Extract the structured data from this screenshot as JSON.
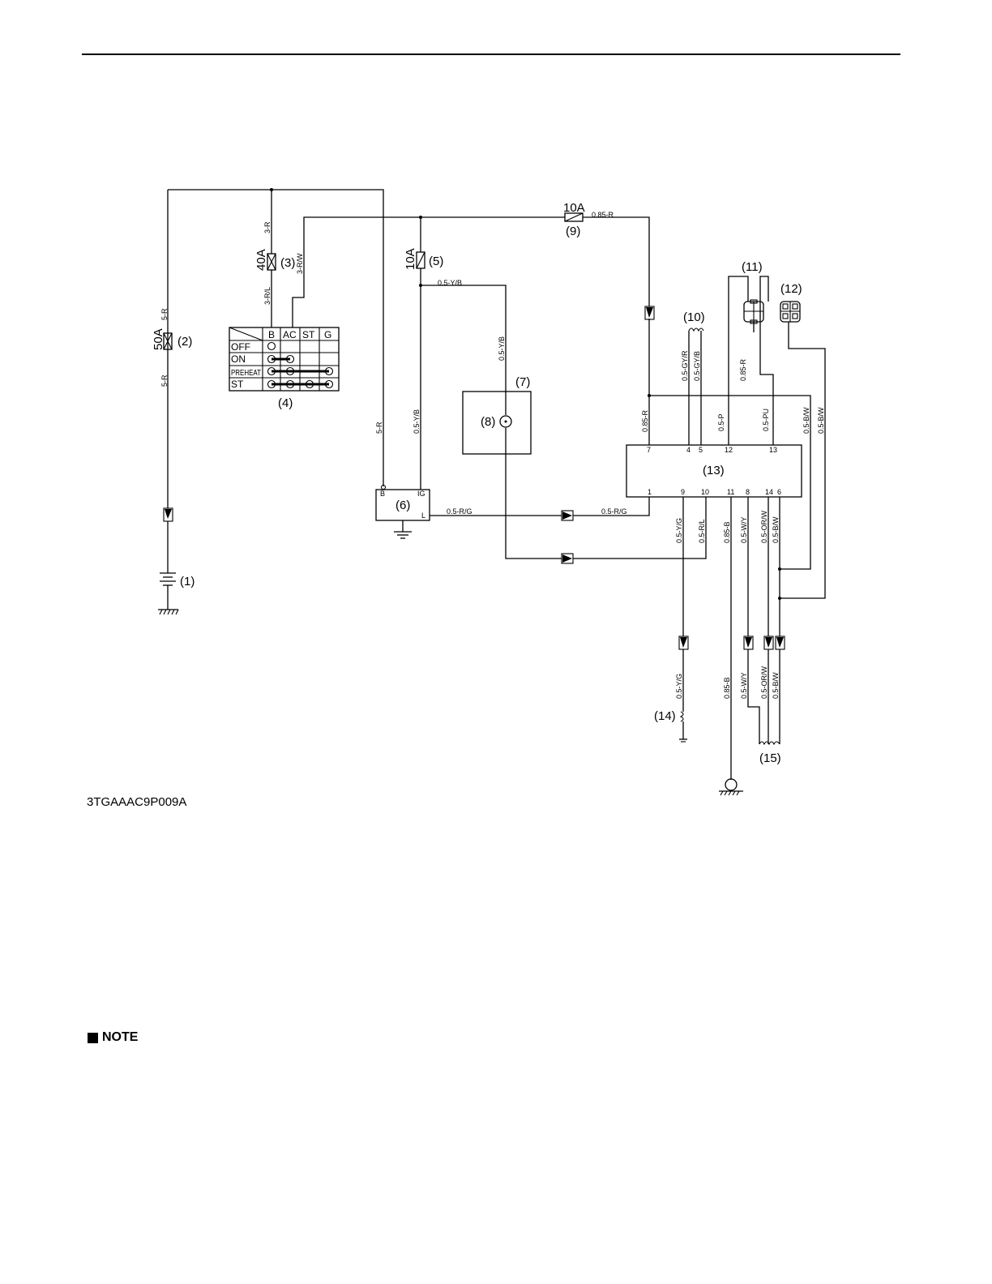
{
  "figure_code": "3TGAAAC9P009A",
  "note_heading": "NOTE",
  "components": {
    "c1": "(1)",
    "c2": "(2)",
    "c3": "(3)",
    "c4": "(4)",
    "c5": "(5)",
    "c6": "(6)",
    "c7": "(7)",
    "c8": "(8)",
    "c9": "(9)",
    "c10": "(10)",
    "c11": "(11)",
    "c12": "(12)",
    "c13": "(13)",
    "c14": "(14)",
    "c15": "(15)"
  },
  "fuses": {
    "f50": "50A",
    "f40": "40A",
    "f10a": "10A",
    "f10b": "10A"
  },
  "switch_table": {
    "headers": [
      "B",
      "AC",
      "ST",
      "G"
    ],
    "rows": [
      "OFF",
      "ON",
      "PREHEAT",
      "ST"
    ]
  },
  "alternator": {
    "b": "B",
    "ig": "IG",
    "l": "L"
  },
  "wires": {
    "w_5r_top": "5-R",
    "w_5r_bot": "5-R",
    "w_3r": "3-R",
    "w_3rl": "3-R/L",
    "w_3rw": "3-R/W",
    "w_085r_top": "0.85-R",
    "w_05yb_h": "0.5-Y/B",
    "w_05yb_v": "0.5-Y/B",
    "w_5r_alt": "5-R",
    "w_05yb_alt": "0.5-Y/B",
    "w_05rg_1": "0.5-R/G",
    "w_05rg_2": "0.5-R/G",
    "w_085r_7": "0.85-R",
    "w_05gyr": "0.5-GY/R",
    "w_05gyb": "0.5-GY/B",
    "w_085r_11": "0.85-R",
    "w_05p": "0.5-P",
    "w_05pu": "0.5-PU",
    "w_05bw_a": "0.5-B/W",
    "w_05bw_b": "0.5-B/W",
    "w_05yg_1": "0.5-Y/G",
    "w_05rl": "0.5-R/L",
    "w_085b_1": "0.85-B",
    "w_05wy_1": "0.5-W/Y",
    "w_05orw_1": "0.5-OR/W",
    "w_05bw_1": "0.5-B/W",
    "w_05yg_2": "0.5-Y/G",
    "w_085b_2": "0.85-B",
    "w_05wy_2": "0.5-W/Y",
    "w_05orw_2": "0.5-OR/W",
    "w_05bw_2": "0.5-B/W"
  },
  "ecu_pins_top": {
    "p7": "7",
    "p4": "4",
    "p5": "5",
    "p12": "12",
    "p13": "13"
  },
  "ecu_pins_bottom": {
    "p1": "1",
    "p9": "9",
    "p10": "10",
    "p11": "11",
    "p8": "8",
    "p14": "14",
    "p6": "6"
  }
}
